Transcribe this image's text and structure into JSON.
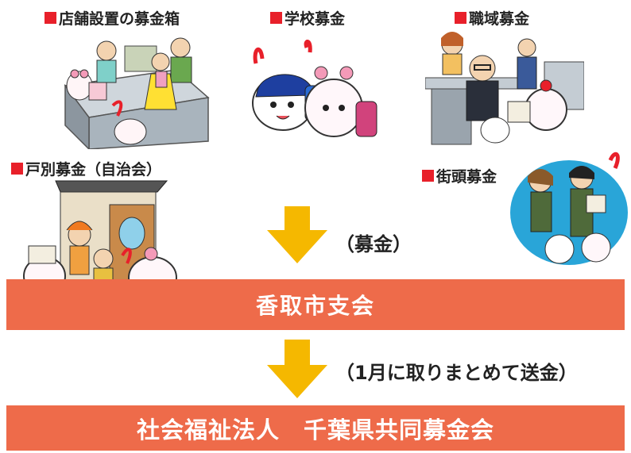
{
  "categories": {
    "store": "店舗設置の募金箱",
    "school": "学校募金",
    "workplace": "職域募金",
    "household": "戸別募金（自治会）",
    "street": "街頭募金"
  },
  "flow": {
    "note1": "（募金）",
    "branch": "香取市支会",
    "note2": "（1月に取りまとめて送金）",
    "hq": "社会福祉法人　千葉県共同募金会"
  },
  "colors": {
    "band": "#ee6b4a",
    "arrow": "#f5b800",
    "marker": "#e8202a",
    "feather": "#e8202a"
  }
}
